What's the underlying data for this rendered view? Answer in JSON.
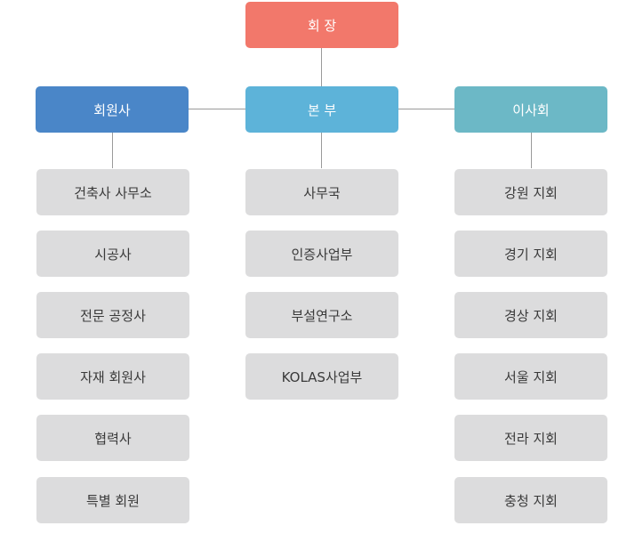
{
  "chairman": "회 장",
  "members": {
    "title": "회원사",
    "items": [
      "건축사 사무소",
      "시공사",
      "전문 공정사",
      "자재 회원사",
      "협력사",
      "특별 회원"
    ]
  },
  "hq": {
    "title": "본 부",
    "items": [
      "사무국",
      "인증사업부",
      "부설연구소",
      "KOLAS사업부"
    ]
  },
  "board": {
    "title": "이사회",
    "items": [
      "강원 지회",
      "경기 지회",
      "경상 지회",
      "서울 지회",
      "전라 지회",
      "충청 지회"
    ]
  },
  "colors": {
    "chairman": "#f2786b",
    "members": "#4a86c8",
    "hq": "#5db3d9",
    "board": "#6cb8c6",
    "sub": "#dcdcdd"
  }
}
